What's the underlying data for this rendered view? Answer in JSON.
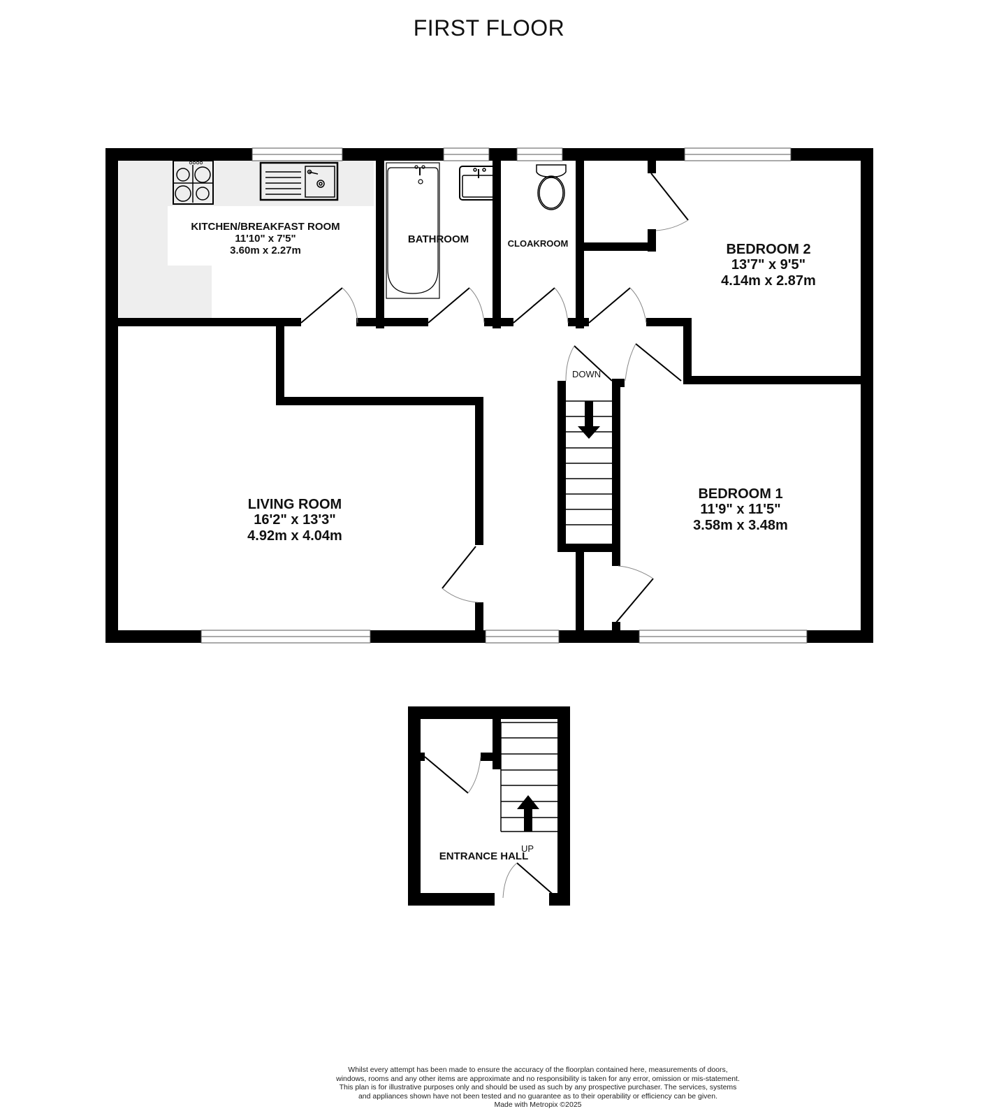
{
  "header": {
    "title": "FIRST FLOOR"
  },
  "rooms": {
    "kitchen": {
      "name": "KITCHEN/BREAKFAST ROOM",
      "imperial": "11'10\"  x 7'5\"",
      "metric": "3.60m  x 2.27m"
    },
    "bathroom": {
      "name": "BATHROOM"
    },
    "cloakroom": {
      "name": "CLOAKROOM"
    },
    "bedroom2": {
      "name": "BEDROOM 2",
      "imperial": "13'7\"  x 9'5\"",
      "metric": "4.14m  x 2.87m"
    },
    "living": {
      "name": "LIVING ROOM",
      "imperial": "16'2\"  x 13'3\"",
      "metric": "4.92m  x 4.04m"
    },
    "bedroom1": {
      "name": "BEDROOM 1",
      "imperial": "11'9\"  x 11'5\"",
      "metric": "3.58m  x 3.48m"
    },
    "entrance": {
      "name": "ENTRANCE HALL"
    }
  },
  "stairs": {
    "down_label": "DOWN",
    "up_label": "UP"
  },
  "icons": [
    "hob-icon",
    "sink-icon",
    "bath-icon",
    "washbasin-icon",
    "toilet-icon",
    "stairs-down-arrow-icon",
    "stairs-up-arrow-icon"
  ],
  "colors": {
    "wall": "#000000",
    "worktop": "#eeeeee",
    "background": "#ffffff",
    "door_arc": "#888888"
  },
  "footer": {
    "disclaimer": "Whilst every attempt has been made to ensure the accuracy of the floorplan contained here, measurements of doors, windows, rooms and any other items are approximate and no responsibility is taken for any error, omission or mis-statement. This plan is for illustrative purposes only and should be used as such by any prospective purchaser. The services, systems and appliances shown have not been tested and no guarantee as to their operability or efficiency can be given.",
    "credit": "Made with Metropix ©2025"
  }
}
